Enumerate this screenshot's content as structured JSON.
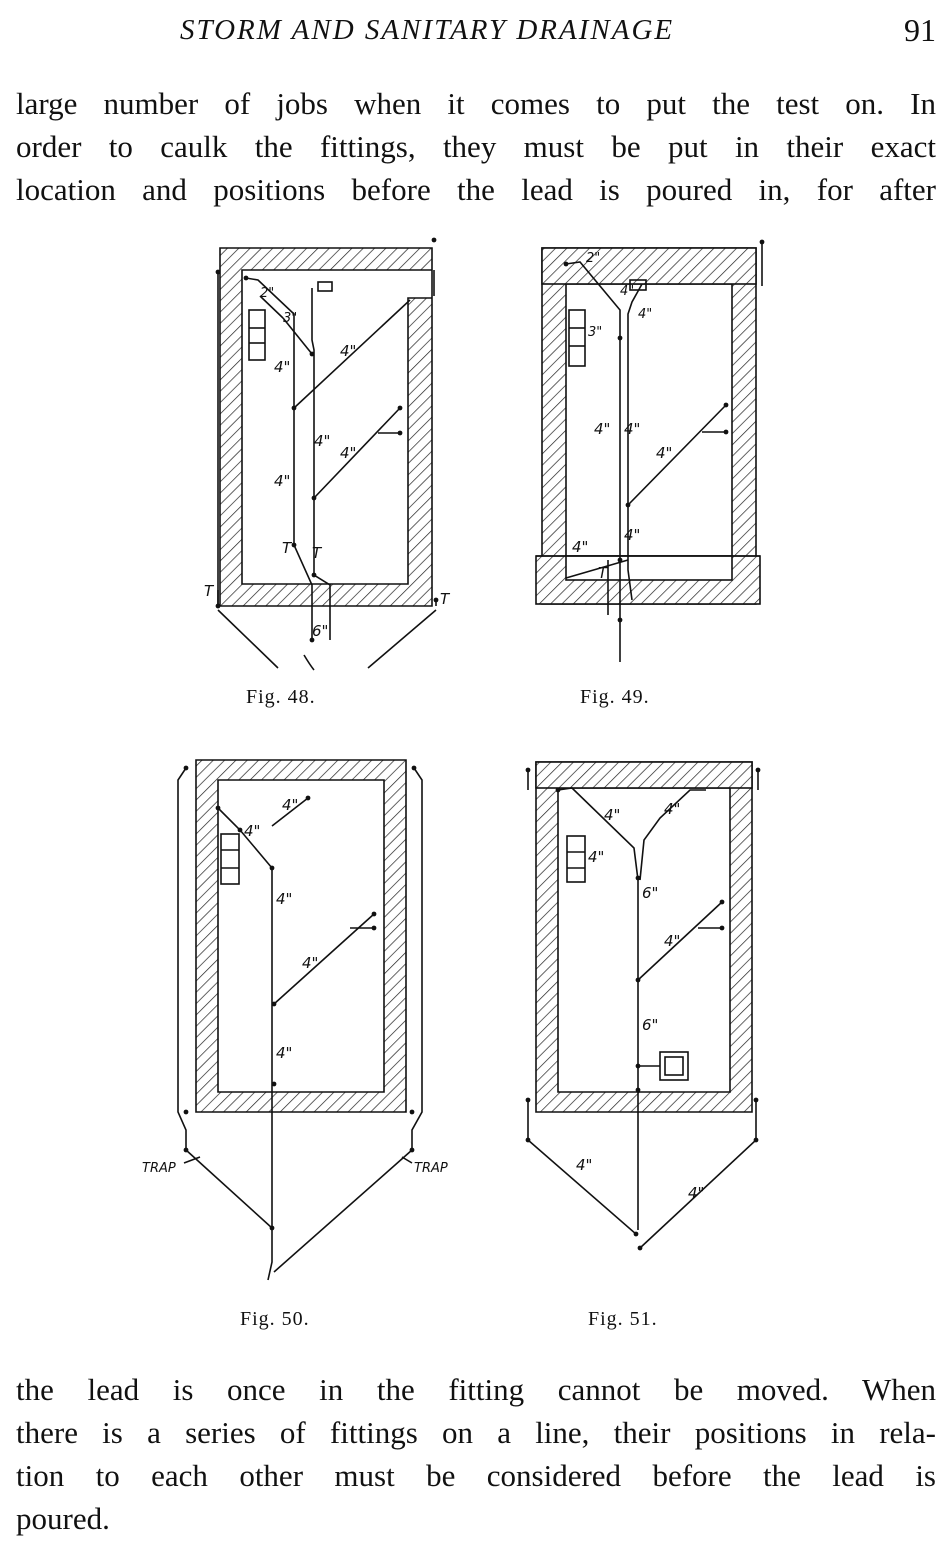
{
  "header": {
    "running_head": "STORM AND SANITARY DRAINAGE",
    "page_number": "91"
  },
  "text_top": {
    "lines": [
      "large number of jobs when it comes to put the test on.  In",
      "order to caulk the fittings, they must be put in their exact",
      "location and positions before the lead is poured in, for after"
    ]
  },
  "figures": {
    "fig48": {
      "caption": "Fig. 48.",
      "labels": [
        "2\"",
        "3\"",
        "4\"",
        "4\"",
        "4\"",
        "4\"",
        "4\"",
        "6\"",
        "T",
        "T",
        "T",
        "T"
      ]
    },
    "fig49": {
      "caption": "Fig. 49.",
      "labels": [
        "2\"",
        "4\"",
        "4\"",
        "3\"",
        "4\"",
        "4\"",
        "4\"",
        "4\"",
        "4\"",
        "T"
      ]
    },
    "fig50": {
      "caption": "Fig. 50.",
      "labels": [
        "4\"",
        "4\"",
        "4\"",
        "4\"",
        "4\"",
        "TRAP",
        "TRAP"
      ]
    },
    "fig51": {
      "caption": "Fig. 51.",
      "labels": [
        "4\"",
        "4\"",
        "4\"",
        "6\"",
        "4\"",
        "6\"",
        "4\"",
        "4\""
      ]
    }
  },
  "text_bottom": {
    "lines": [
      "the lead is once in the fitting cannot be moved.  When",
      "there is a series of fittings on a line, their positions in rela-",
      "tion to each other must be considered before the lead is",
      "poured."
    ]
  }
}
